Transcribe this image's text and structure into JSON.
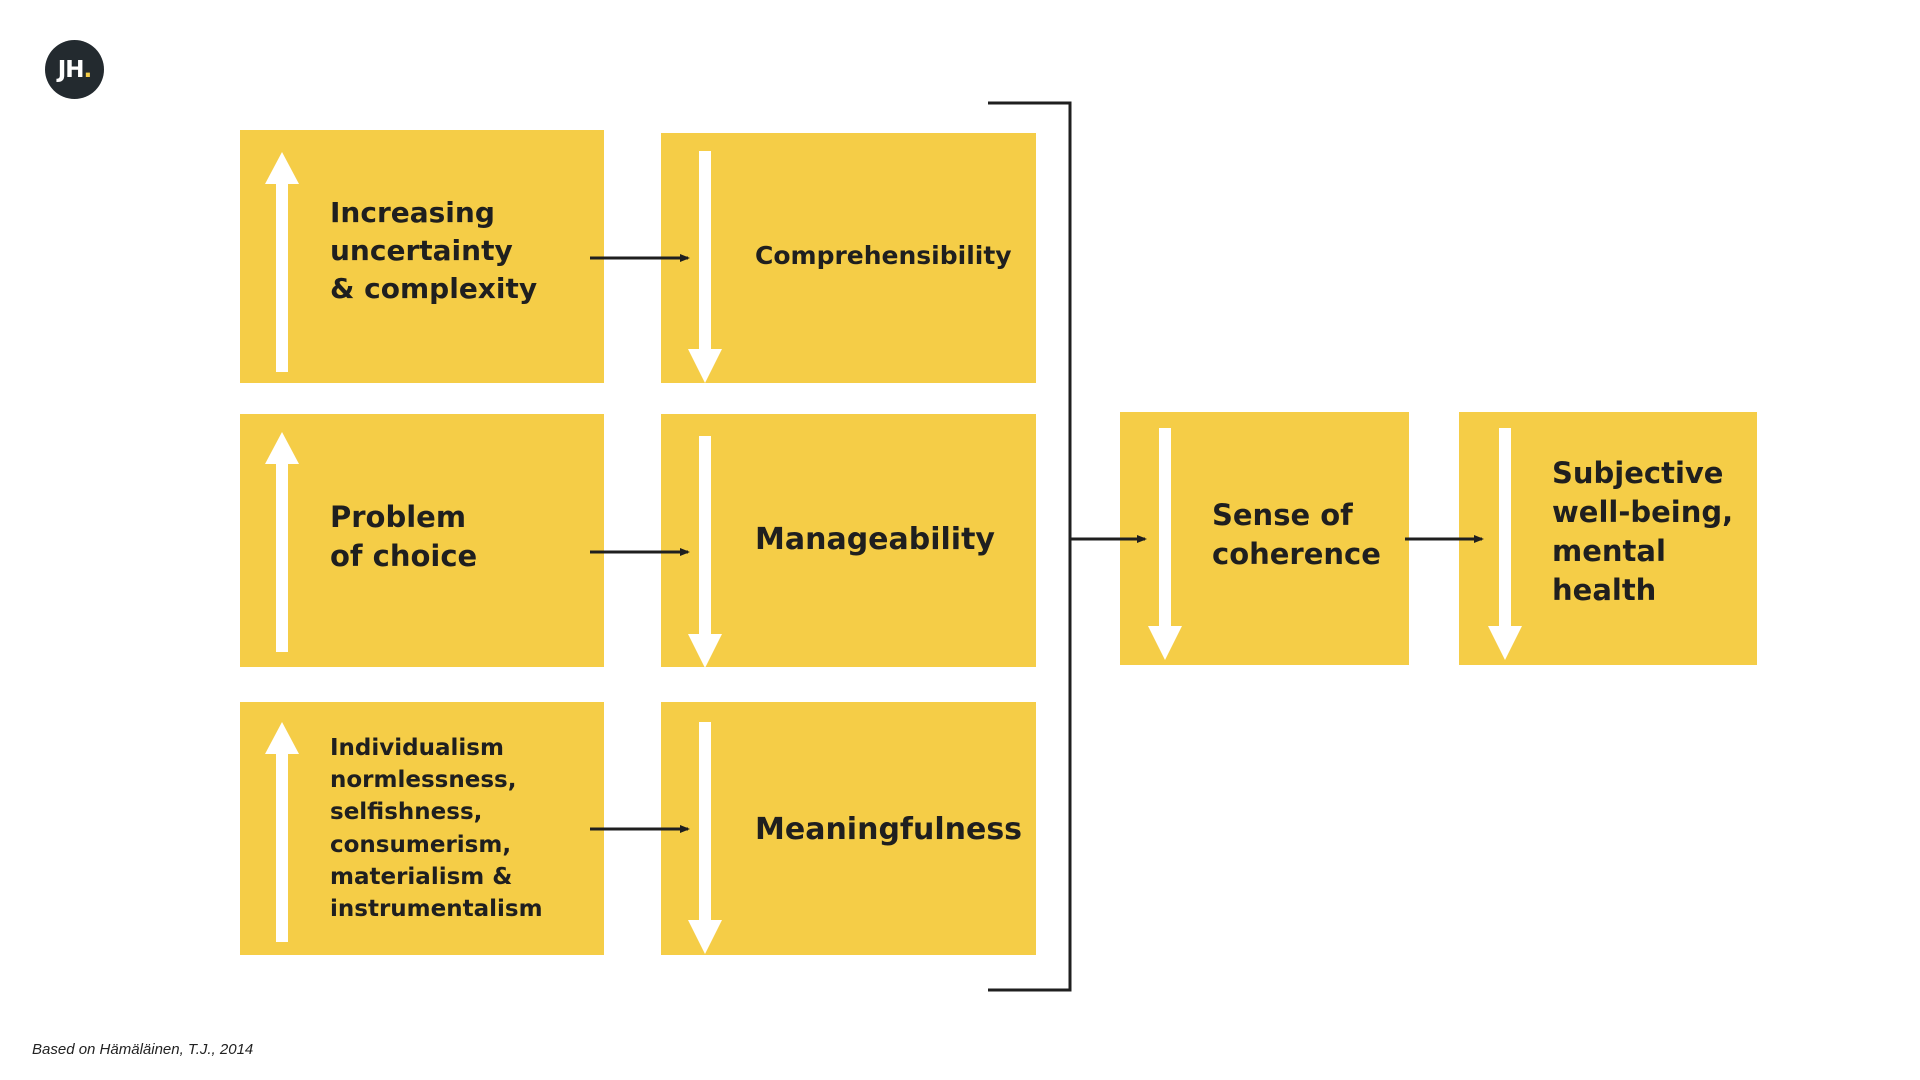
{
  "logo": {
    "initials": "JH",
    "dot": "."
  },
  "colors": {
    "box": "#f5cd47",
    "ink": "#1f1f1f",
    "arrow_white": "#ffffff"
  },
  "diagram": {
    "drivers": [
      {
        "label": "Increasing uncertainty & complexity",
        "lines": [
          "Increasing",
          "uncertainty",
          "& complexity"
        ],
        "trend": "up"
      },
      {
        "label": "Problem of choice",
        "lines": [
          "Problem",
          "of choice"
        ],
        "trend": "up"
      },
      {
        "label": "Individualism normlessness, selfishness, consumerism, materialism & instrumentalism",
        "lines": [
          "Individualism",
          "normlessness,",
          "selfishness,",
          "consumerism,",
          "materialism &",
          "instrumentalism"
        ],
        "trend": "up"
      }
    ],
    "components": [
      {
        "label": "Comprehensibility",
        "trend": "down"
      },
      {
        "label": "Manageability",
        "trend": "down"
      },
      {
        "label": "Meaningfulness",
        "trend": "down"
      }
    ],
    "coherence": {
      "lines": [
        "Sense of",
        "coherence"
      ],
      "trend": "down"
    },
    "outcome": {
      "lines": [
        "Subjective",
        "well-being,",
        "mental",
        "health"
      ],
      "trend": "down"
    }
  },
  "footer": {
    "credit": "Based on Hämäläinen, T.J., 2014"
  }
}
